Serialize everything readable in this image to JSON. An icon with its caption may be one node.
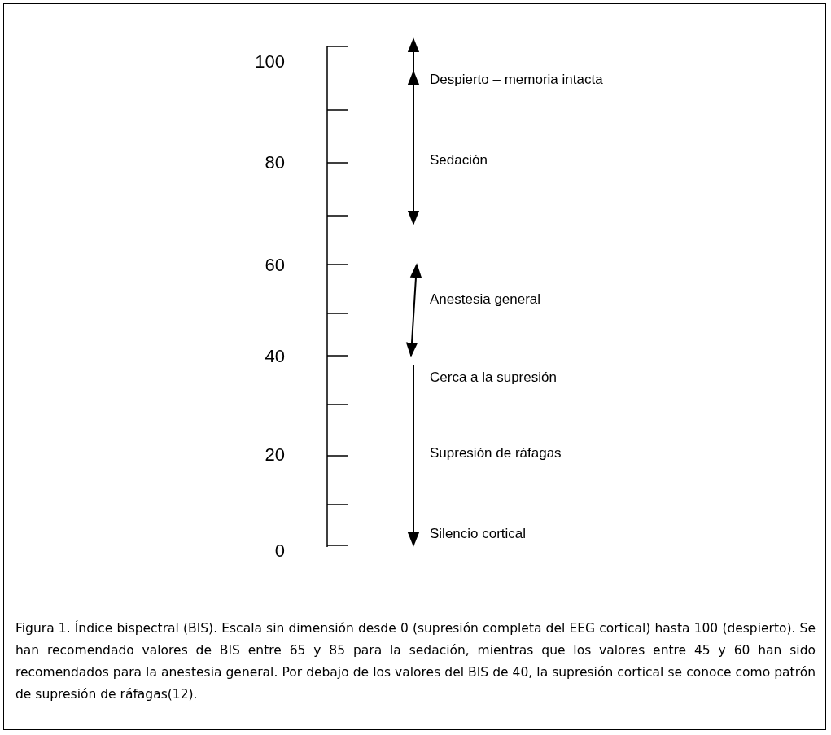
{
  "diagram": {
    "caption": "Figura 1. Índice bispectral (BIS). Escala sin dimensión desde 0 (supresión completa del EEG cortical) hasta 100 (despierto). Se han recomendado valores de BIS entre 65 y 85 para la sedación, mientras que los valores entre 45 y 60 han sido recomendados para la anestesia general. Por debajo de los valores del BIS de 40, la supresión cortical se conoce como patrón de supresión de ráfagas(12).",
    "labels": [
      "100",
      "Despierto – memoria intacta",
      "80",
      "Sedación",
      "60",
      "Anestesia general",
      "40",
      "Cerca a la supresión",
      "20",
      "Supresión de ráfagas",
      "0",
      "Silencio cortical"
    ]
  }
}
